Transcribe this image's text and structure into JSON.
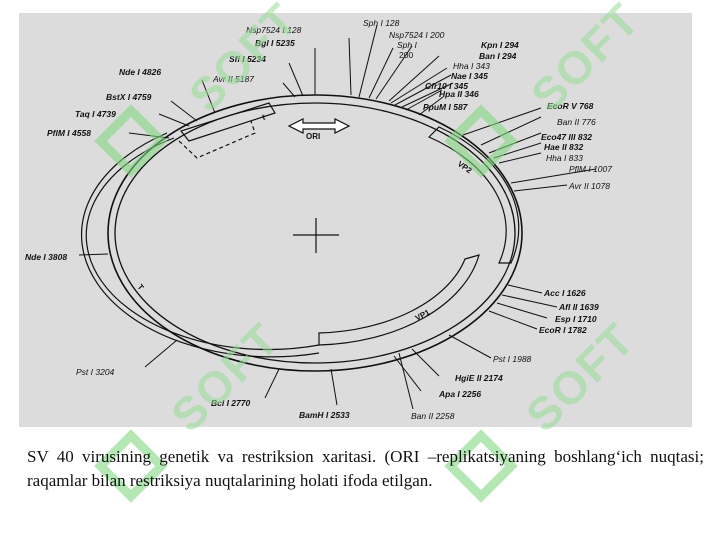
{
  "diagram": {
    "center_label": "ORI",
    "genes": [
      {
        "label": "T",
        "arc_label_angle": 335
      },
      {
        "label": "VP2",
        "arc_label_angle": 62
      },
      {
        "label": "VP1",
        "arc_label_angle": 152
      },
      {
        "label": "t",
        "arc_label_angle": 290
      }
    ],
    "sites": [
      {
        "label": "Sph I  128",
        "style": "i"
      },
      {
        "label": "Nsp7524 I  128",
        "style": "i"
      },
      {
        "label": "Bgl I 5235",
        "style": "b"
      },
      {
        "label": "Sfi I 5234",
        "style": "b"
      },
      {
        "label": "Avr II  5187",
        "style": "i"
      },
      {
        "label": "Nde I 4826",
        "style": "b"
      },
      {
        "label": "BstX I 4759",
        "style": "b"
      },
      {
        "label": "Taq I 4739",
        "style": "b"
      },
      {
        "label": "PflM I 4558",
        "style": "b"
      },
      {
        "label": "Nsp7524 I  200",
        "style": "i"
      },
      {
        "label": "Sph I",
        "style": "i"
      },
      {
        "label": "200",
        "style": "n"
      },
      {
        "label": "Kpn I 294",
        "style": "b"
      },
      {
        "label": "Ban I 294",
        "style": "b"
      },
      {
        "label": "Hha I 343",
        "style": "i"
      },
      {
        "label": "Nae I 345",
        "style": "b"
      },
      {
        "label": "Cfr10 I 345",
        "style": "b"
      },
      {
        "label": "Hpa II 346",
        "style": "b"
      },
      {
        "label": "PpuM I 587",
        "style": "b"
      },
      {
        "label": "EcoR V   768",
        "style": "b"
      },
      {
        "label": "Ban II   776",
        "style": "i"
      },
      {
        "label": "Eco47 III 832",
        "style": "b"
      },
      {
        "label": "Hae II  832",
        "style": "b"
      },
      {
        "label": "Hha I   833",
        "style": "i"
      },
      {
        "label": "PflM I 1007",
        "style": "i"
      },
      {
        "label": "Avr II  1078",
        "style": "i"
      },
      {
        "label": "Nde I 3808",
        "style": "b"
      },
      {
        "label": "Acc I 1626",
        "style": "b"
      },
      {
        "label": "Afl II 1639",
        "style": "b"
      },
      {
        "label": "Esp I 1710",
        "style": "b"
      },
      {
        "label": "EcoR I 1782",
        "style": "b"
      },
      {
        "label": "Pst I 1988",
        "style": "i"
      },
      {
        "label": "HgiE II 2174",
        "style": "b"
      },
      {
        "label": "Apa I 2256",
        "style": "b"
      },
      {
        "label": "Ban II 2258",
        "style": "i"
      },
      {
        "label": "BamH I 2533",
        "style": "b"
      },
      {
        "label": "Bcl I 2770",
        "style": "b"
      },
      {
        "label": "Pst I 3204",
        "style": "i"
      }
    ]
  },
  "caption": "SV 40 virusining genetik va restriksion xaritasi. (ORI –replikatsiyaning boshlang‘ich nuqtasi; raqamlar bilan restriksiya nuqtalarining holati ifoda etilgan.",
  "watermark": {
    "text": "SOFT",
    "color": "#8fd98f"
  }
}
